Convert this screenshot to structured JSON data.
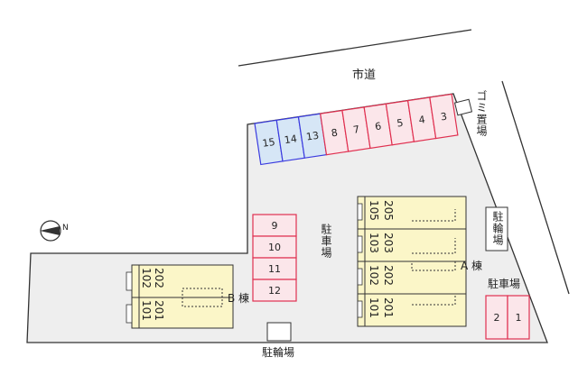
{
  "labels": {
    "road": "市道",
    "garbage": "ゴミ置場",
    "parking_center": "駐車場",
    "parking_right": "駐車場",
    "bike_right": "駐輪場",
    "bike_bottom": "駐輪場",
    "building_a": "A 棟",
    "building_b": "B 棟",
    "north": "N"
  },
  "colors": {
    "blue_stall": "#3a3adf",
    "blue_fill": "#d6e6f6",
    "red_stall": "#e03050",
    "red_fill": "#fbe6ea",
    "building_fill": "#fbf6c8",
    "lot_fill": "#eeeeee",
    "outline": "#333333"
  },
  "parking": {
    "top_blue": [
      "15",
      "14",
      "13"
    ],
    "top_red": [
      "8",
      "7",
      "6",
      "5",
      "4",
      "3"
    ],
    "middle": [
      "9",
      "10",
      "11",
      "12"
    ],
    "right": [
      "2",
      "1"
    ]
  },
  "building_a": {
    "rows": [
      {
        "left": "105",
        "right": "205"
      },
      {
        "left": "103",
        "right": "203"
      },
      {
        "left": "102",
        "right": "202"
      },
      {
        "left": "101",
        "right": "201"
      }
    ]
  },
  "building_b": {
    "units": [
      {
        "bottom": "102",
        "top": "202"
      },
      {
        "bottom": "101",
        "top": "201"
      }
    ]
  }
}
